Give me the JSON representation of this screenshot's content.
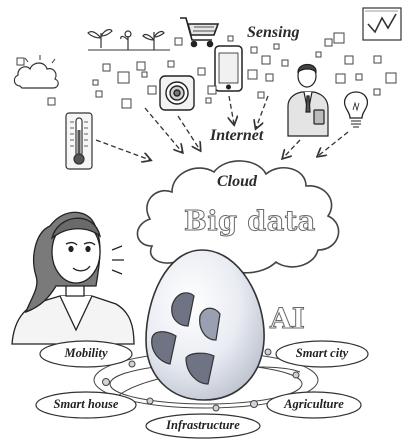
{
  "labels": {
    "sensing": "Sensing",
    "internet": "Internet",
    "cloud": "Cloud",
    "big_data": "Big data",
    "ai": "AI"
  },
  "domains": [
    {
      "label": "Mobility"
    },
    {
      "label": "Smart city"
    },
    {
      "label": "Smart house"
    },
    {
      "label": "Agriculture"
    },
    {
      "label": "Infrastructure"
    }
  ]
}
